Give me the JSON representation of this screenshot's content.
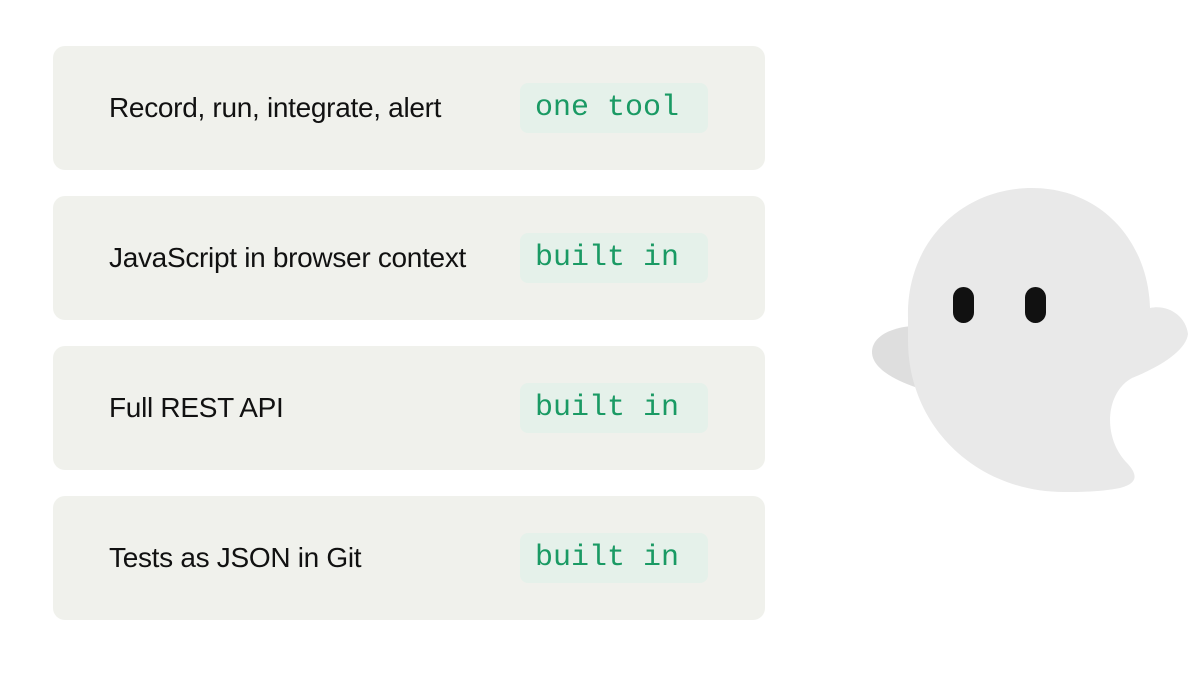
{
  "features": [
    {
      "label": "Record, run, integrate, alert",
      "badge": "one tool"
    },
    {
      "label": "JavaScript in browser context",
      "badge": "built in"
    },
    {
      "label": "Full REST API",
      "badge": "built in"
    },
    {
      "label": "Tests as JSON in Git",
      "badge": "built in"
    }
  ],
  "colors": {
    "row_background": "#f0f1ec",
    "badge_background": "#e5f1ea",
    "badge_text": "#1a9a64",
    "label_text": "#111111",
    "mascot_body": "#e9e9e9",
    "mascot_arm": "#dedede",
    "mascot_eyes": "#111111"
  },
  "mascot": {
    "icon": "ghost-icon"
  }
}
